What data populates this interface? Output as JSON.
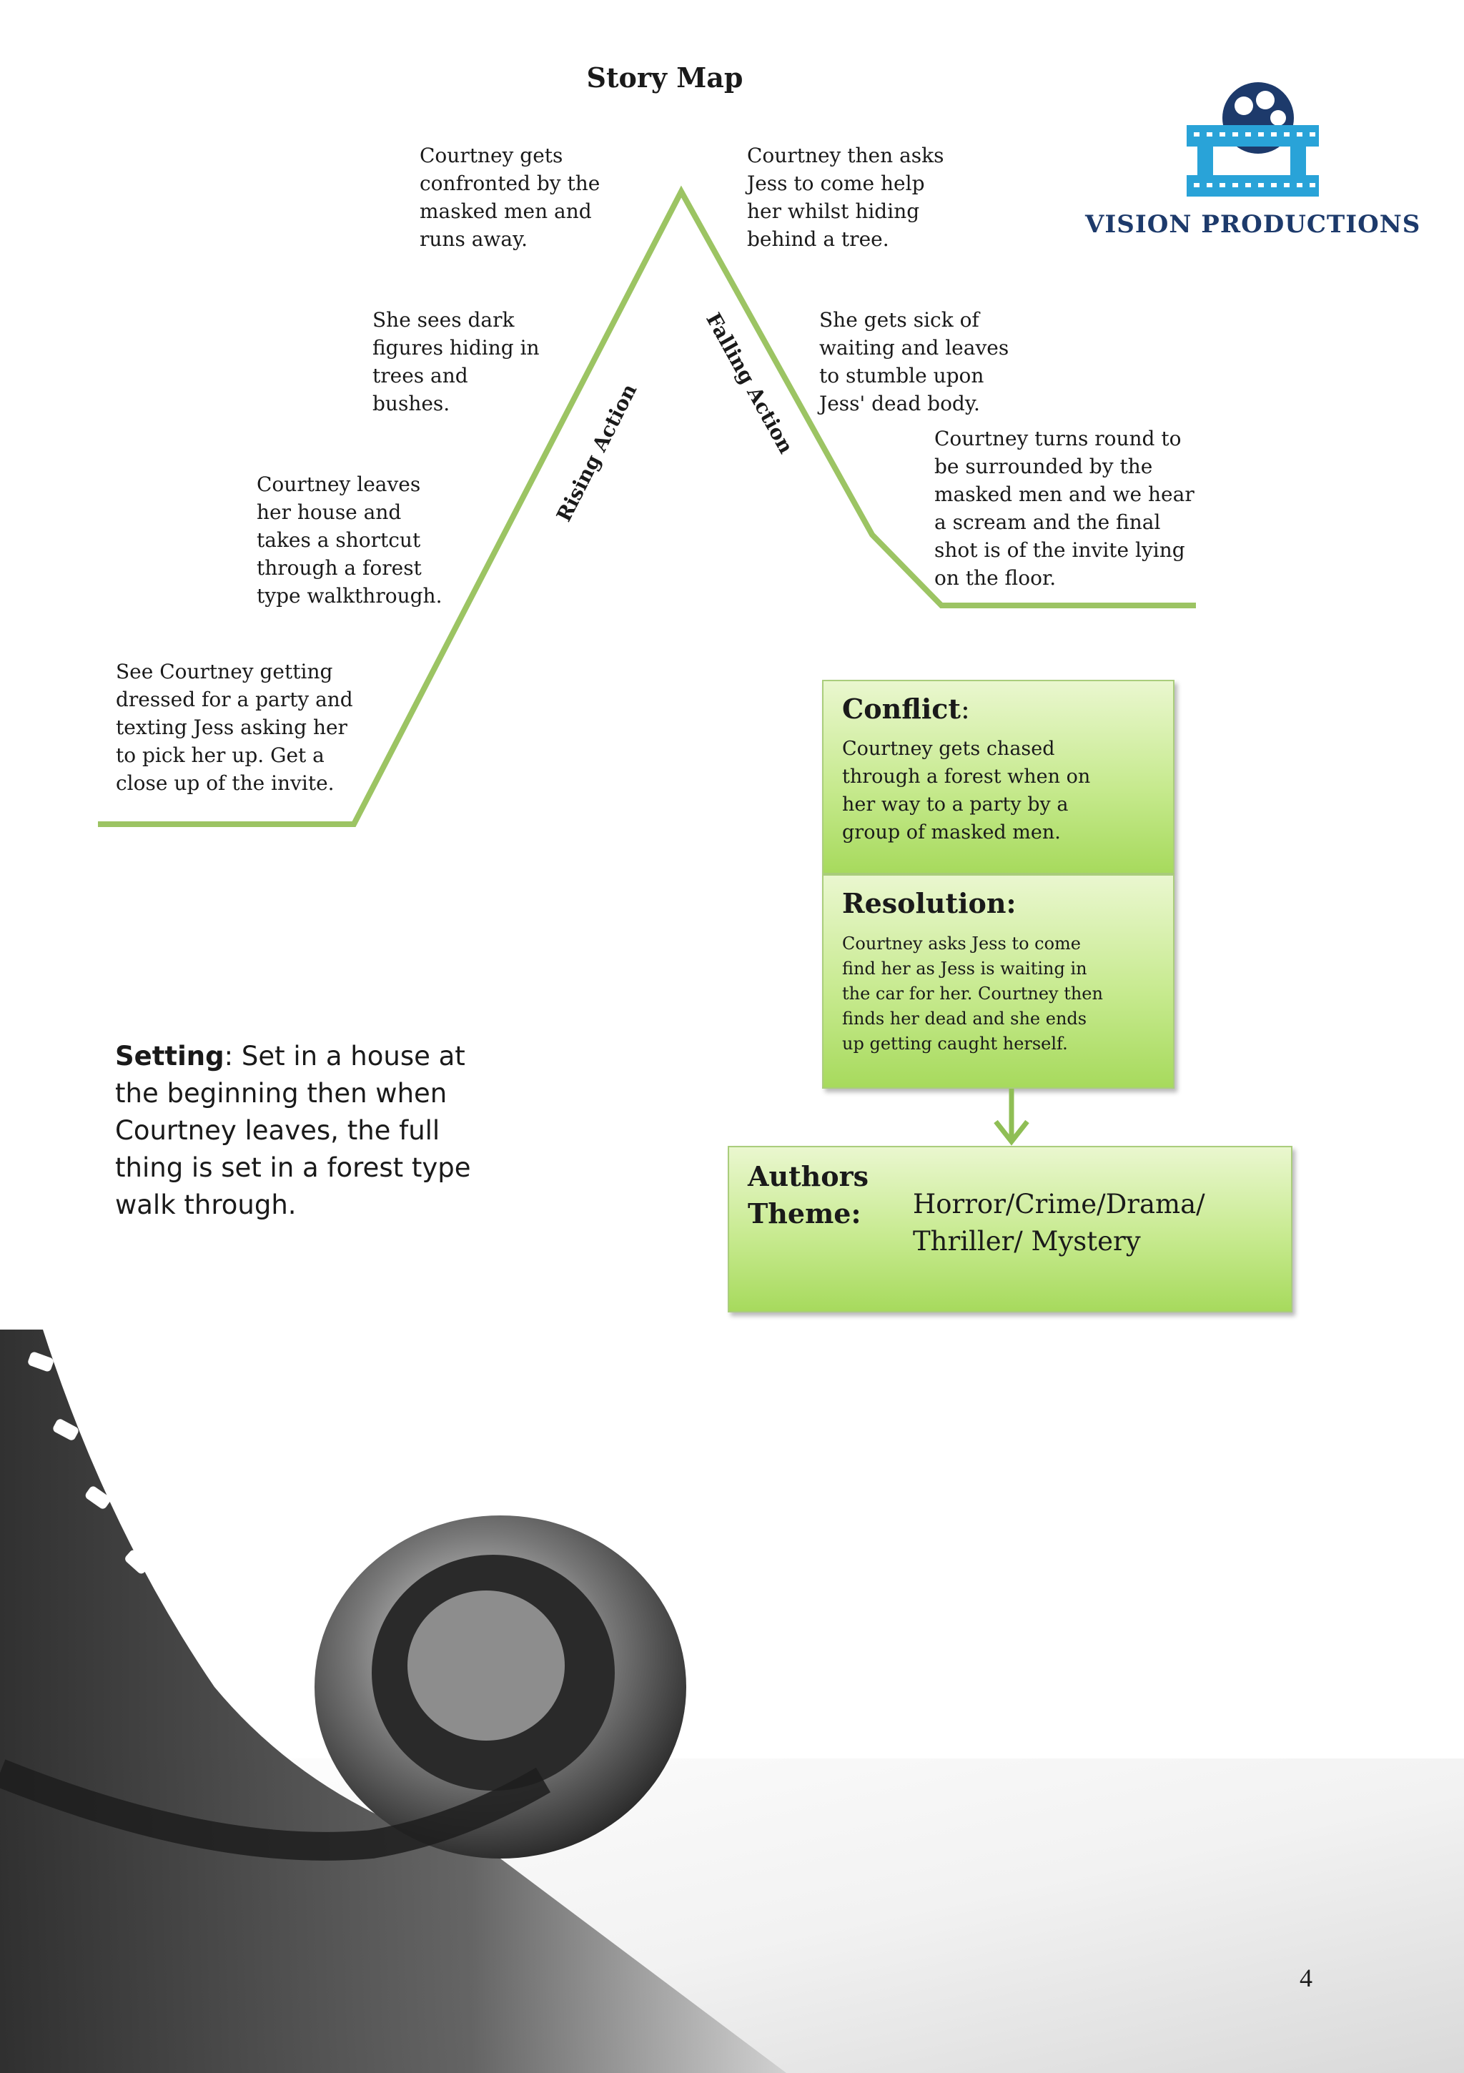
{
  "title": "Story Map",
  "brand": {
    "name": "VISION PRODUCTIONS",
    "logo": "film-reel-camera-logo",
    "color": "#1d3a6b",
    "accent": "#29a3d8"
  },
  "labels": {
    "rising": "Rising Action",
    "falling": "Falling Action"
  },
  "events": {
    "exposition": "See Courtney getting\ndressed for a party and\ntexting Jess asking her\nto pick her up. Get a\nclose up of the invite.",
    "rising1": "Courtney leaves\nher house and\ntakes a shortcut\nthrough a forest\ntype walkthrough.",
    "rising2": "She sees dark\nfigures hiding in\ntrees and\nbushes.",
    "climax": "Courtney gets\nconfronted by the\nmasked men and\nruns away.",
    "falling1": "Courtney then asks\nJess to come help\nher whilst hiding\nbehind a tree.",
    "falling2": "She gets sick of\nwaiting and leaves\nto stumble upon\nJess' dead body.",
    "resolution_event": "Courtney turns round to\nbe surrounded by the\nmasked men and we hear\na scream and the final\nshot is of the invite lying\non the floor."
  },
  "conflict": {
    "heading": "Conflict",
    "colon": ":",
    "text": "Courtney gets chased\nthrough a forest when on\nher way to a party by a\ngroup of masked men."
  },
  "resolution": {
    "heading": "Resolution:",
    "text": "Courtney asks Jess to come\nfind her as Jess is waiting in\nthe car for her. Courtney then\nfinds her dead and she ends\nup getting caught herself."
  },
  "theme": {
    "heading_line1": "Authors",
    "heading_line2": "Theme:",
    "line1": "Horror/Crime/Drama/",
    "line2": "Thriller/ Mystery"
  },
  "setting": {
    "label": "Setting",
    "text": ": Set in a house at the beginning then when Courtney leaves, the full thing is set in a forest type walk through."
  },
  "page_number": "4",
  "colors": {
    "plot_line": "#9cc463",
    "box_fill": "#c7ea8f",
    "box_border": "#aacd7c"
  }
}
